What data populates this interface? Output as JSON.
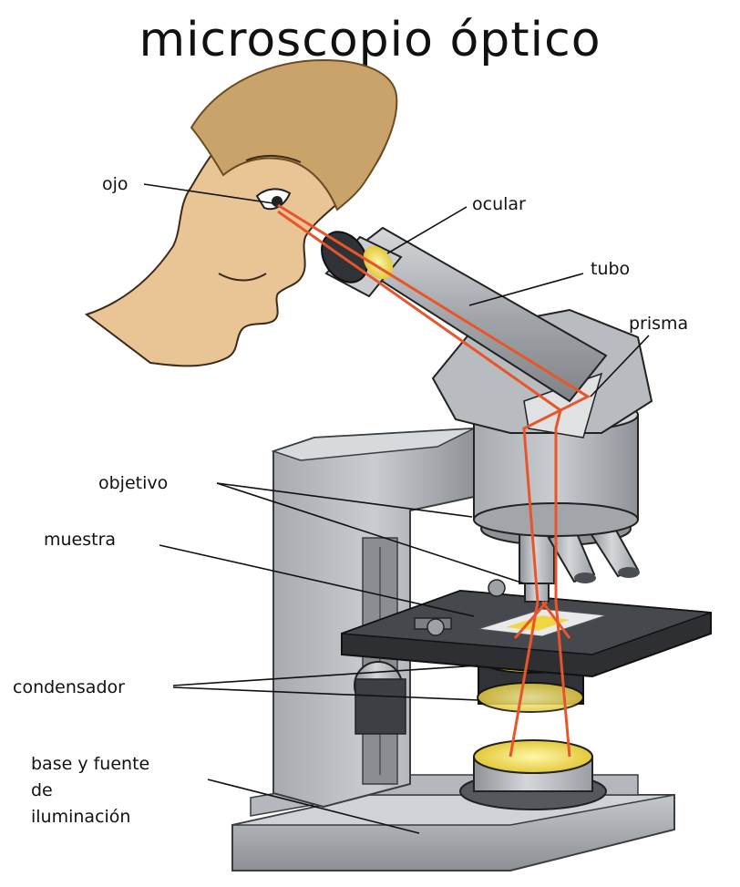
{
  "title": "microscopio óptico",
  "labels": {
    "ojo": "ojo",
    "ocular": "ocular",
    "tubo": "tubo",
    "prisma": "prisma",
    "objetivo": "objetivo",
    "muestra": "muestra",
    "condensador": "condensador",
    "base_line1": "base y fuente",
    "base_line2": "de",
    "base_line3": "iluminación"
  },
  "colors": {
    "light_ray": "#e8552b",
    "light_glow": "#f3e04a",
    "skin": "#e9c596",
    "hair": "#caa36a",
    "metal": "#b9bcc0",
    "stage_dark": "#2d2f33"
  }
}
